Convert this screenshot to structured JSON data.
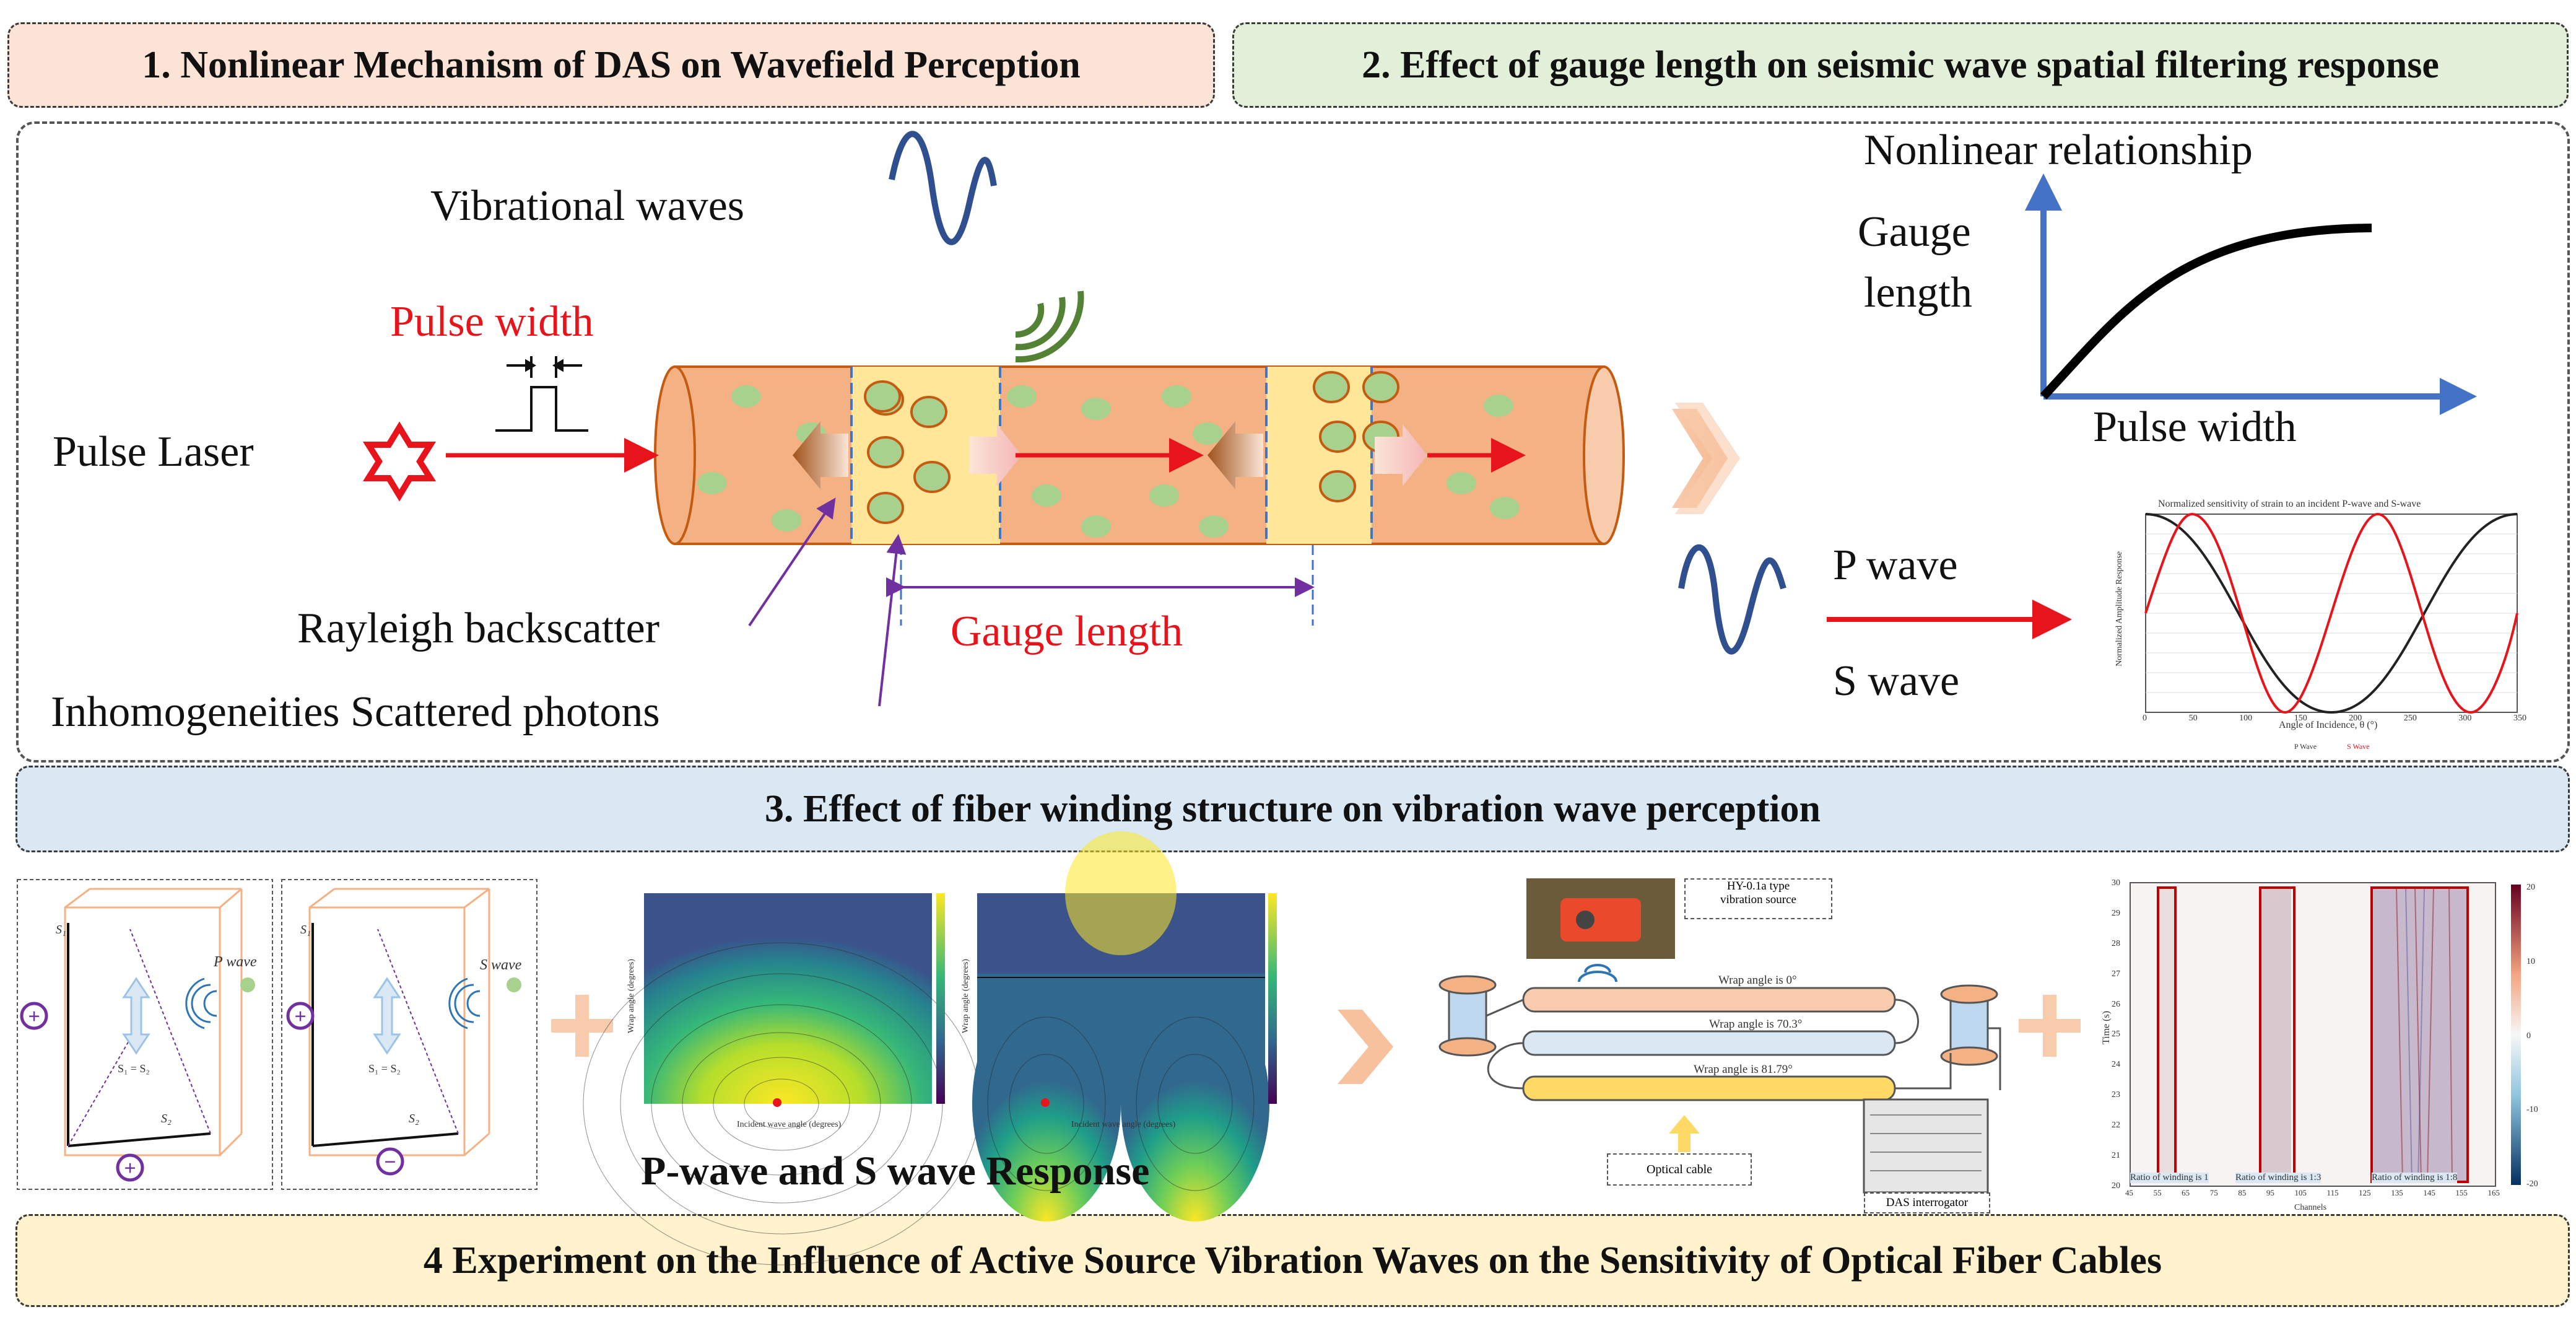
{
  "banners": {
    "b1": "1. Nonlinear Mechanism of DAS on Wavefield Perception",
    "b2": "2. Effect of gauge length on seismic wave spatial filtering response",
    "b3": "3. Effect of fiber winding structure on vibration wave perception",
    "b4": "4 Experiment on the Influence of Active Source Vibration Waves on the Sensitivity of Optical Fiber Cables"
  },
  "mechanism": {
    "vibrational_waves": "Vibrational waves",
    "pulse_width": "Pulse width",
    "pulse_laser": "Pulse Laser",
    "rayleigh": "Rayleigh backscatter",
    "inhomogeneities": "Inhomogeneities Scattered photons",
    "gauge_length": "Gauge length"
  },
  "relation": {
    "title": "Nonlinear relationship",
    "y_label_1": "Gauge",
    "y_label_2": "length",
    "x_label": "Pulse width"
  },
  "waves": {
    "p": "P wave",
    "s": "S wave"
  },
  "sensitivity_plot": {
    "title": "Normalized sensitivity of strain to an incident P-wave and S-wave",
    "xlabel": "Angle of Incidence, θ (°)",
    "ylabel": "Normalized Amplitude Response",
    "legend_p": "P Wave",
    "legend_s": "S Wave",
    "xticks": [
      "0",
      "50",
      "100",
      "150",
      "200",
      "250",
      "300",
      "350"
    ]
  },
  "winding": {
    "p_box_label": "P wave",
    "s_box_label": "S wave",
    "eq_p": "S₁ = S₂",
    "eq_s": "S₁ = S₂",
    "s1": "S₁",
    "s2": "S₂",
    "contour_caption": "P-wave and S wave Response",
    "contour_xlabel": "Incident wave angle (degrees)",
    "contour_ylabel": "Wrap angle (degrees)"
  },
  "setup": {
    "source_label_1": "HY-0.1a type",
    "source_label_2": "vibration source",
    "wrap1": "Wrap angle is 0°",
    "wrap2": "Wrap angle is 70.3°",
    "wrap3": "Wrap angle is 81.79°",
    "optical_cable": "Optical cable",
    "interrogator": "DAS interrogator"
  },
  "waterfall": {
    "xlabel": "Channels",
    "ylabel": "Time (s)",
    "yticks": [
      "30",
      "29",
      "28",
      "27",
      "26",
      "25",
      "24",
      "23",
      "22",
      "21",
      "20"
    ],
    "xticks": [
      "45",
      "55",
      "65",
      "75",
      "85",
      "95",
      "105",
      "115",
      "125",
      "135",
      "145",
      "155",
      "165"
    ],
    "cb_ticks": [
      "20",
      "10",
      "0",
      "-10",
      "-20"
    ],
    "ratio1": "Ratio of winding is 1",
    "ratio2": "Ratio of winding is 1:3",
    "ratio3": "Ratio of winding is 1:8"
  },
  "colors": {
    "fiber": "#f4b183",
    "gauge_band": "#ffe699",
    "red": "#e8141b",
    "blue_axis": "#4472c4",
    "wave_blue": "#2f4f8f",
    "green_arcs": "#548235"
  }
}
